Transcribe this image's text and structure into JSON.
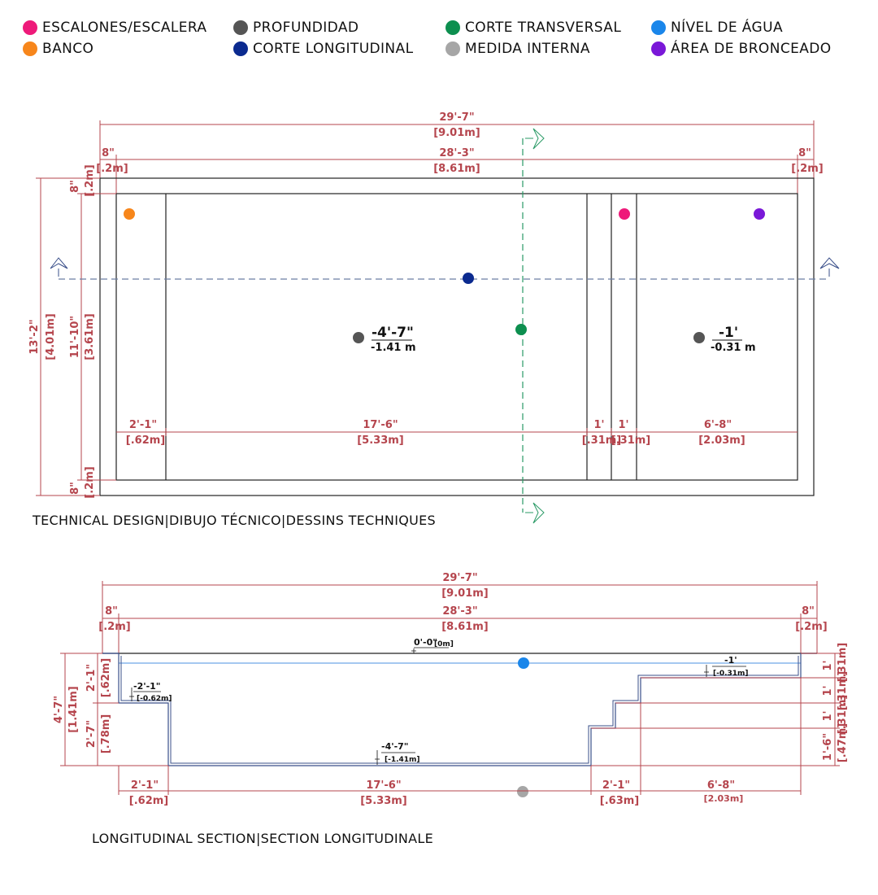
{
  "legend": [
    {
      "label": "ESCALONES/ESCALERA",
      "color": "#ee1a7a",
      "icon": "dot-icon"
    },
    {
      "label": "PROFUNDIDAD",
      "color": "#555555",
      "icon": "dot-icon"
    },
    {
      "label": "CORTE TRANSVERSAL",
      "color": "#0d8f4f",
      "icon": "dot-icon"
    },
    {
      "label": "NÍVEL DE ÁGUA",
      "color": "#1a86ea",
      "icon": "dot-icon"
    },
    {
      "label": "BANCO",
      "color": "#f7861b",
      "icon": "dot-icon"
    },
    {
      "label": "CORTE LONGITUDINAL",
      "color": "#0b2a8f",
      "icon": "dot-icon"
    },
    {
      "label": "MEDIDA INTERNA",
      "color": "#a6a6a6",
      "icon": "dot-icon"
    },
    {
      "label": "ÁREA DE BRONCEADO",
      "color": "#7a18d8",
      "icon": "dot-icon"
    }
  ],
  "plan": {
    "caption": "TECHNICAL DESIGN|DIBUJO TÉCNICO|DESSINS TECHNIQUES",
    "overall_len": {
      "ft": "29'-7\"",
      "m": "[9.01m]"
    },
    "inner_len": {
      "ft": "28'-3\"",
      "m": "[8.61m]"
    },
    "coping_left": {
      "ft": "8\"",
      "m": "[.2m]"
    },
    "coping_right": {
      "ft": "8\"",
      "m": "[.2m]"
    },
    "overall_width": {
      "ft": "13'-2\"",
      "m": "[4.01m]"
    },
    "inner_width": {
      "ft": "11'-10\"",
      "m": "[3.61m]"
    },
    "coping_top": {
      "ft": "8\"",
      "m": "[.2m]"
    },
    "coping_bottom": {
      "ft": "8\"",
      "m": "[.2m]"
    },
    "depth_main": {
      "ft": "-4'-7\"",
      "m": "-1.41 m"
    },
    "depth_tanning": {
      "ft": "-1'",
      "m": "-0.31 m"
    },
    "segments": [
      {
        "ft": "2'-1\"",
        "m": "[.62m]"
      },
      {
        "ft": "17'-6\"",
        "m": "[5.33m]"
      },
      {
        "ft": "1'",
        "m": "[.31m]"
      },
      {
        "ft": "1'",
        "m": "[.31m]"
      },
      {
        "ft": "6'-8\"",
        "m": "[2.03m]"
      }
    ]
  },
  "section": {
    "caption": "LONGITUDINAL SECTION|SECTION LONGITUDINALE",
    "overall_len": {
      "ft": "29'-7\"",
      "m": "[9.01m]"
    },
    "inner_len": {
      "ft": "28'-3\"",
      "m": "[8.61m]"
    },
    "coping_left": {
      "ft": "8\"",
      "m": "[.2m]"
    },
    "coping_right": {
      "ft": "8\"",
      "m": "[.2m]"
    },
    "water_level": "0'-0\"",
    "water_level_m": "[0m]",
    "bench_level": {
      "ft": "-2'-1\"",
      "m": "[-0.62m]"
    },
    "tan_level": {
      "ft": "-1'",
      "m": "[-0.31m]"
    },
    "floor_level": {
      "ft": "-4'-7\"",
      "m": "[-1.41m]"
    },
    "total_depth": {
      "ft": "4'-7\"",
      "m": "[1.41m]"
    },
    "bench_depth": {
      "ft": "2'-1\"",
      "m": "[.62m]"
    },
    "lower_depth": {
      "ft": "2'-7\"",
      "m": "[.78m]"
    },
    "right_dims": [
      {
        "ft": "1'",
        "m": "[.31m]"
      },
      {
        "ft": "1'",
        "m": "[.31m]"
      },
      {
        "ft": "1'",
        "m": "[.31m]"
      },
      {
        "ft": "1'-6\"",
        "m": "[.47m]"
      }
    ],
    "bottom": [
      {
        "ft": "2'-1\"",
        "m": "[.62m]"
      },
      {
        "ft": "17'-6\"",
        "m": "[5.33m]"
      },
      {
        "ft": "2'-1\"",
        "m": "[.63m]"
      },
      {
        "ft": "6'-8\"",
        "m": "[2.03m]"
      }
    ]
  }
}
